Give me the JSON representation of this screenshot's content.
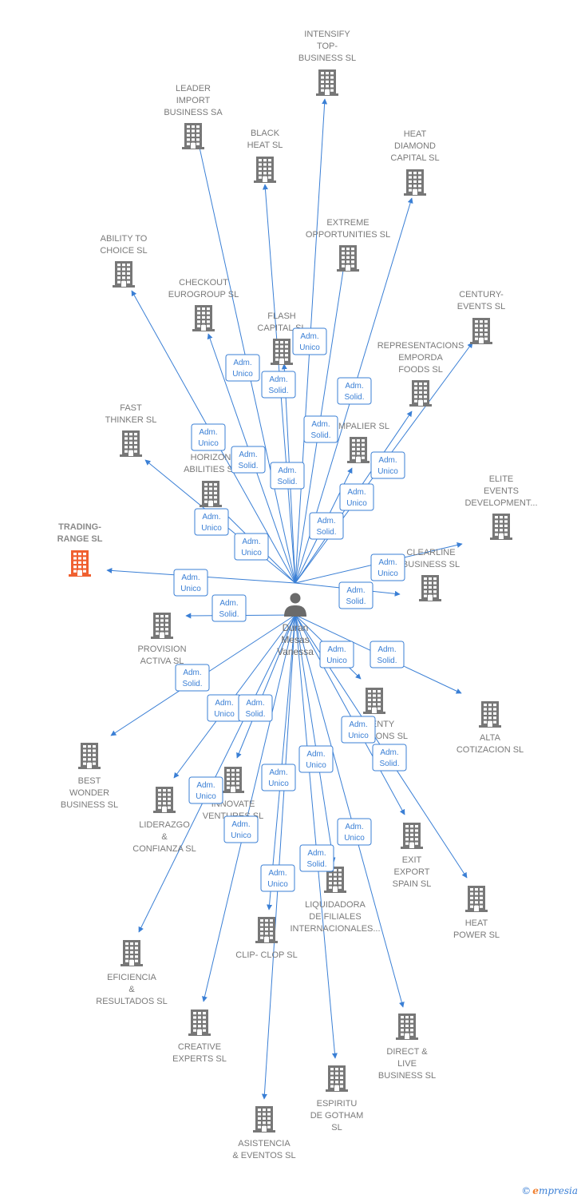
{
  "center": {
    "name_lines": [
      "Duran",
      "Mesas",
      "Vanessa"
    ],
    "icon": "person-icon"
  },
  "colors": {
    "edge": "#3a7fd5",
    "company": "#777777",
    "highlight": "#f06030",
    "role_border": "#3a7fd5"
  },
  "companies": [
    {
      "id": "intensify",
      "lines": [
        "INTENSIFY",
        "TOP-",
        "BUSINESS SL"
      ],
      "highlight": false
    },
    {
      "id": "leader",
      "lines": [
        "LEADER",
        "IMPORT",
        "BUSINESS SA"
      ],
      "highlight": false
    },
    {
      "id": "black-heat",
      "lines": [
        "BLACK",
        "HEAT SL"
      ],
      "highlight": false
    },
    {
      "id": "heat-diamond",
      "lines": [
        "HEAT",
        "DIAMOND",
        "CAPITAL SL"
      ],
      "highlight": false
    },
    {
      "id": "extreme",
      "lines": [
        "EXTREME",
        "OPPORTUNITIES SL"
      ],
      "highlight": false
    },
    {
      "id": "ability",
      "lines": [
        "ABILITY TO",
        "CHOICE SL"
      ],
      "highlight": false
    },
    {
      "id": "checkout",
      "lines": [
        "CHECKOUT",
        "EUROGROUP SL"
      ],
      "highlight": false
    },
    {
      "id": "flash",
      "lines": [
        "FLASH",
        "CAPITAL SL"
      ],
      "highlight": false
    },
    {
      "id": "century",
      "lines": [
        "CENTURY-",
        "EVENTS  SL"
      ],
      "highlight": false
    },
    {
      "id": "representaciones",
      "lines": [
        "REPRESENTACIONS",
        "EMPORDA",
        "FOODS  SL"
      ],
      "highlight": false
    },
    {
      "id": "fast",
      "lines": [
        "FAST",
        "THINKER  SL"
      ],
      "highlight": false
    },
    {
      "id": "mpalier",
      "lines": [
        "MPALIER SL"
      ],
      "highlight": false
    },
    {
      "id": "horizon",
      "lines": [
        "HORIZON",
        "ABILITIES SL"
      ],
      "highlight": false
    },
    {
      "id": "elite",
      "lines": [
        "ELITE",
        "EVENTS",
        "DEVELOPMENT..."
      ],
      "highlight": false
    },
    {
      "id": "trading",
      "lines": [
        "TRADING-",
        "RANGE  SL"
      ],
      "highlight": true
    },
    {
      "id": "clearline",
      "lines": [
        "CLEARLINE",
        "BUSINESS SL"
      ],
      "highlight": false
    },
    {
      "id": "provision",
      "lines": [
        "PROVISION",
        "ACTIVA SL"
      ],
      "highlight": false
    },
    {
      "id": "alta",
      "lines": [
        "ALTA",
        "COTIZACION SL"
      ],
      "highlight": false
    },
    {
      "id": "twenty",
      "lines": [
        "TWENTY",
        "SOLUTIONS SL"
      ],
      "highlight": false
    },
    {
      "id": "best",
      "lines": [
        "BEST",
        "WONDER",
        "BUSINESS SL"
      ],
      "highlight": false
    },
    {
      "id": "innovate",
      "lines": [
        "INNOVATE",
        "VENTURES SL"
      ],
      "highlight": false
    },
    {
      "id": "liderazgo",
      "lines": [
        "LIDERAZGO",
        "&",
        "CONFIANZA SL"
      ],
      "highlight": false
    },
    {
      "id": "exit",
      "lines": [
        "EXIT",
        "EXPORT",
        "SPAIN SL"
      ],
      "highlight": false
    },
    {
      "id": "heat-power",
      "lines": [
        "HEAT",
        "POWER SL"
      ],
      "highlight": false
    },
    {
      "id": "liquidadora",
      "lines": [
        "LIQUIDADORA",
        "DE FILIALES",
        "INTERNACIONALES..."
      ],
      "highlight": false
    },
    {
      "id": "clip",
      "lines": [
        "CLIP- CLOP SL"
      ],
      "highlight": false
    },
    {
      "id": "eficiencia",
      "lines": [
        "EFICIENCIA",
        "&",
        "RESULTADOS SL"
      ],
      "highlight": false
    },
    {
      "id": "creative",
      "lines": [
        "CREATIVE",
        "EXPERTS  SL"
      ],
      "highlight": false
    },
    {
      "id": "direct",
      "lines": [
        "DIRECT &",
        "LIVE",
        "BUSINESS SL"
      ],
      "highlight": false
    },
    {
      "id": "espiritu",
      "lines": [
        "ESPIRITU",
        "DE GOTHAM",
        "SL"
      ],
      "highlight": false
    },
    {
      "id": "asistencia",
      "lines": [
        "ASISTENCIA",
        "& EVENTOS  SL"
      ],
      "highlight": false
    }
  ],
  "roles": [
    {
      "target": "intensify",
      "lines": [
        "Adm.",
        "Unico"
      ]
    },
    {
      "target": "leader",
      "lines": [
        "Adm.",
        "Unico"
      ]
    },
    {
      "target": "black-heat",
      "lines": [
        "Adm.",
        "Solid."
      ]
    },
    {
      "target": "heat-diamond",
      "lines": [
        "Adm.",
        "Solid."
      ]
    },
    {
      "target": "extreme",
      "lines": [
        "Adm.",
        "Solid."
      ]
    },
    {
      "target": "ability",
      "lines": [
        "Adm.",
        "Unico"
      ]
    },
    {
      "target": "checkout",
      "lines": [
        "Adm.",
        "Solid."
      ]
    },
    {
      "target": "flash",
      "lines": [
        "Adm.",
        "Solid."
      ]
    },
    {
      "target": "century",
      "lines": [
        "Adm.",
        "Unico"
      ]
    },
    {
      "target": "representaciones",
      "lines": [
        "Adm.",
        "Unico"
      ]
    },
    {
      "target": "fast",
      "lines": [
        "Adm.",
        "Unico"
      ]
    },
    {
      "target": "horizon",
      "lines": [
        "Adm.",
        "Unico"
      ]
    },
    {
      "target": "mpalier",
      "lines": [
        "Adm.",
        "Solid."
      ]
    },
    {
      "target": "elite",
      "lines": [
        "Adm.",
        "Unico"
      ]
    },
    {
      "target": "trading",
      "lines": [
        "Adm.",
        "Unico"
      ]
    },
    {
      "target": "clearline",
      "lines": [
        "Adm.",
        "Solid."
      ]
    },
    {
      "target": "provision",
      "lines": [
        "Adm.",
        "Solid."
      ]
    },
    {
      "target": "alta",
      "lines": [
        "Adm.",
        "Solid."
      ]
    },
    {
      "target": "twenty",
      "lines": [
        "Adm.",
        "Unico"
      ]
    },
    {
      "target": "best",
      "lines": [
        "Adm.",
        "Solid."
      ]
    },
    {
      "target": "innovate",
      "lines": [
        "Adm.",
        "Unico"
      ]
    },
    {
      "target": "liderazgo",
      "lines": [
        "Adm.",
        "Solid."
      ]
    },
    {
      "target": "exit",
      "lines": [
        "Adm.",
        "Unico"
      ]
    },
    {
      "target": "heat-power",
      "lines": [
        "Adm.",
        "Solid."
      ]
    },
    {
      "target": "eficiencia",
      "lines": [
        "Adm.",
        "Unico"
      ]
    },
    {
      "target": "clip",
      "lines": [
        "Adm.",
        "Unico"
      ]
    },
    {
      "target": "espiritu",
      "lines": [
        "Adm.",
        "Unico"
      ]
    },
    {
      "target": "creative",
      "lines": [
        "Adm.",
        "Unico"
      ]
    },
    {
      "target": "liquidadora",
      "lines": [
        "Adm.",
        "Unico"
      ]
    },
    {
      "target": "direct",
      "lines": [
        "Adm.",
        "Solid."
      ]
    },
    {
      "target": "asistencia",
      "lines": [
        "Adm.",
        "Unico"
      ]
    }
  ],
  "footer": {
    "copyright_symbol": "©",
    "brand_first": "e",
    "brand_rest": "mpresia"
  }
}
